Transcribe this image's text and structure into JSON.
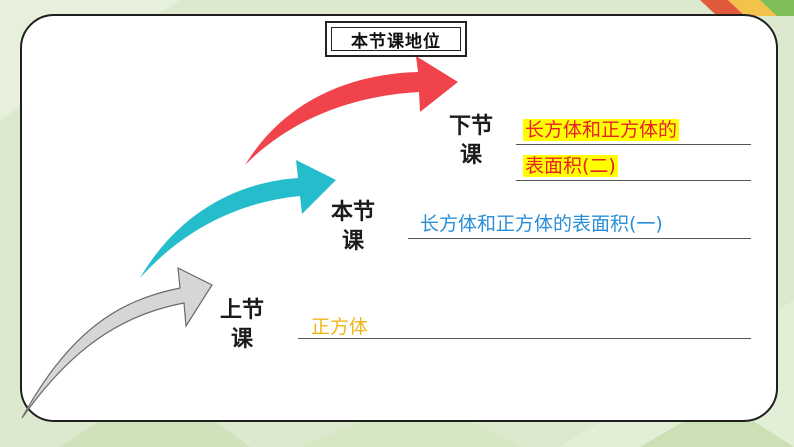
{
  "title": "本节课地位",
  "stages": {
    "next": {
      "label_line1": "下节",
      "label_line2": "课",
      "lesson_line1": "长方体和正方体的",
      "lesson_line2": "表面积(二)"
    },
    "current": {
      "label_line1": "本节",
      "label_line2": "课",
      "lesson": "长方体和正方体的表面积(一)"
    },
    "previous": {
      "label_line1": "上节",
      "label_line2": "课",
      "lesson": "正方体"
    }
  },
  "colors": {
    "next_arrow": "#f0434b",
    "current_arrow": "#25bccb",
    "previous_arrow": "#d6d6d6",
    "current_text": "#2b8fd8",
    "previous_text": "#f2b51a",
    "highlight_bg": "#ffff00",
    "highlight_text": "#e8202a"
  }
}
